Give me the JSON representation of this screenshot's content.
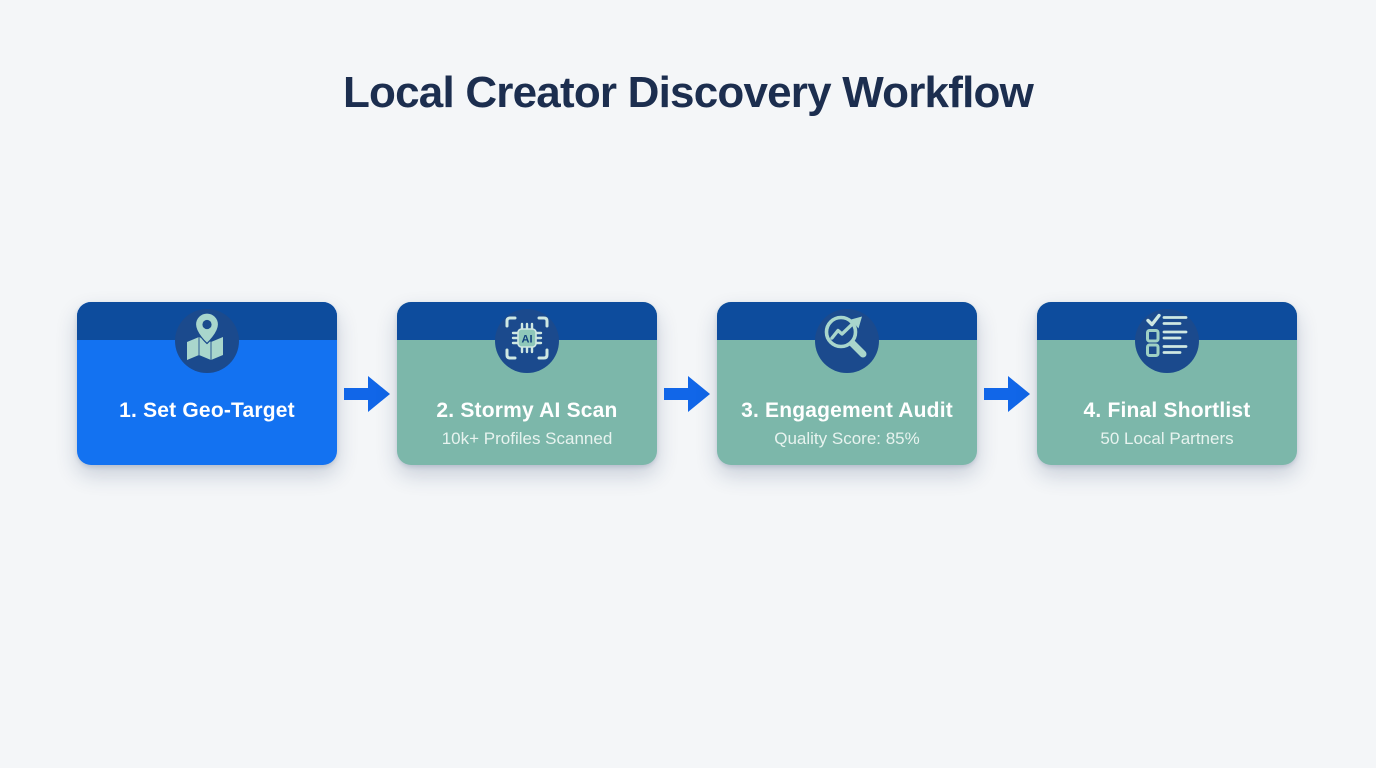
{
  "page": {
    "title": "Local Creator Discovery Workflow"
  },
  "colors": {
    "background": "#f4f6f8",
    "heading_navy": "#1c2e4f",
    "step_active_blue": "#1372f1",
    "step_teal": "#7cb7aa",
    "header_band_navy": "#0d4c9d",
    "icon_circle_navy": "#1b4a8d",
    "icon_teal": "#a9d6cc",
    "arrow_blue": "#1166e8",
    "label_white": "#ffffff"
  },
  "steps": [
    {
      "title": "1. Set Geo-Target",
      "icon": "map-pin-icon",
      "variant": "blue"
    },
    {
      "title": "2. Stormy AI Scan",
      "subtitle": "10k+ Profiles Scanned",
      "icon": "ai-chip-icon",
      "chip_label": "AI",
      "variant": "teal"
    },
    {
      "title": "3. Engagement Audit",
      "subtitle": "Quality Score: 85%",
      "icon": "magnifier-trend-icon",
      "variant": "teal"
    },
    {
      "title": "4. Final Shortlist",
      "subtitle": "50 Local Partners",
      "icon": "checklist-icon",
      "variant": "teal"
    }
  ],
  "arrow": {
    "icon": "right-arrow-icon",
    "color": "#1166e8"
  }
}
